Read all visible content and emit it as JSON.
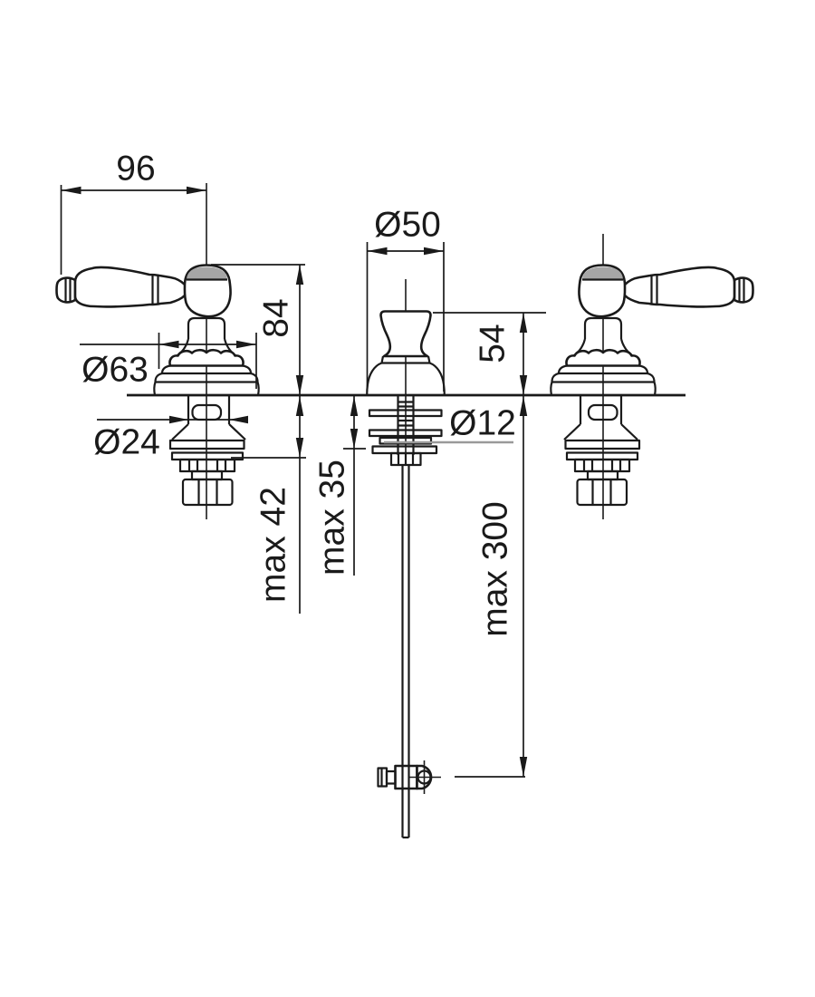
{
  "drawing": {
    "description": "Technical dimension drawing of a 3-hole basin tap set: two lever-handle valves, central pop-up waste knob and lifting rod with clamp",
    "background": "#ffffff",
    "line_color": "#1a1a1a",
    "shade_color": "#a6a6a6",
    "labels": {
      "width_96": "96",
      "dia_50": "Ø50",
      "height_84": "84",
      "height_54": "54",
      "dia_63": "Ø63",
      "dia_24": "Ø24",
      "dia_12": "Ø12",
      "max_42": "max 42",
      "max_35": "max 35",
      "max_300": "max 300"
    }
  }
}
